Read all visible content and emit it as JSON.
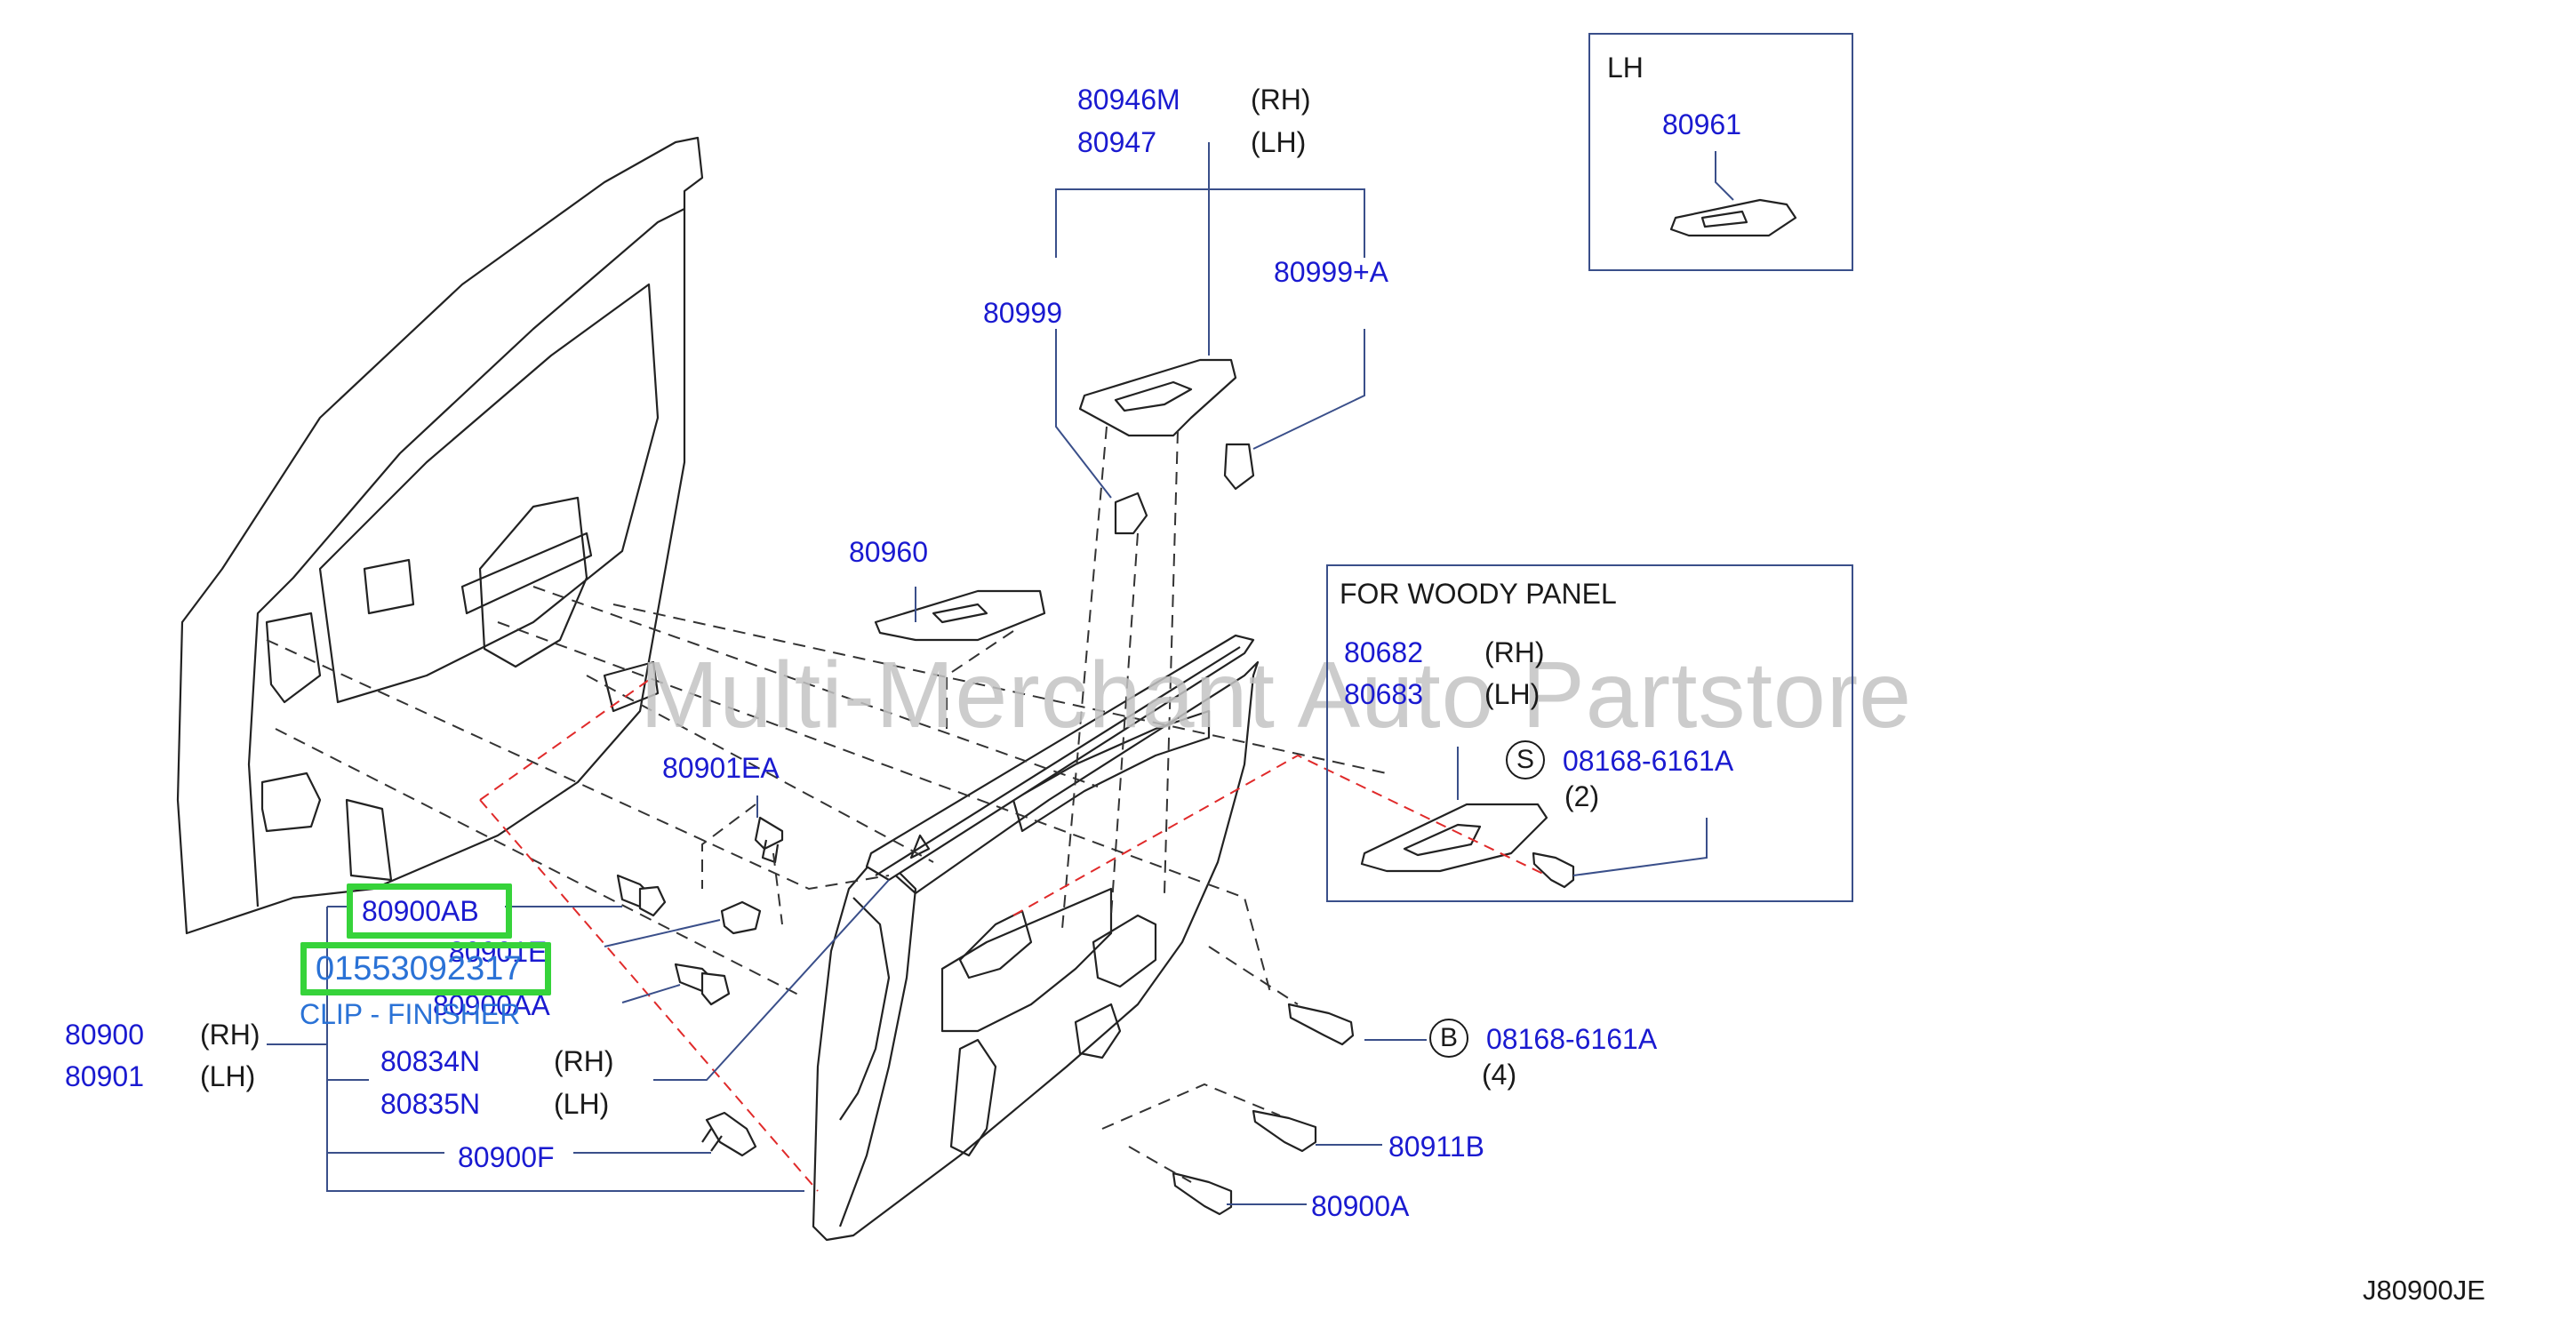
{
  "parts": {
    "p80946m": "80946M",
    "rh1": "(RH)",
    "p80947": "80947",
    "lh1": "(LH)",
    "p80999": "80999",
    "p80999a": "80999+A",
    "p80960": "80960",
    "p80901ea": "80901EA",
    "p80900ab": "80900AB",
    "p80901e": "80901E",
    "p80900aa": "80900AA",
    "p80900": "80900",
    "rh2": "(RH)",
    "p80901": "80901",
    "lh2": "(LH)",
    "p80834n": "80834N",
    "rh3": "(RH)",
    "p80835n": "80835N",
    "lh3": "(LH)",
    "p80900f": "80900F",
    "p08168b": "08168-6161A",
    "qty_b": "(4)",
    "p80911b": "80911B",
    "p80900a": "80900A"
  },
  "overlay": {
    "part_number": "01553092317",
    "description": "CLIP - FINISHER"
  },
  "inset_lh": {
    "title": "LH",
    "part": "80961"
  },
  "inset_woody": {
    "title": "FOR  WOODY  PANEL",
    "p80682": "80682",
    "rh": "(RH)",
    "p80683": "80683",
    "lh": "(LH)",
    "s_code": "S",
    "p08168": "08168-6161A",
    "qty": "(2)"
  },
  "callout_b": "B",
  "watermark": "Multi-Merchant Auto Partstore",
  "diagram_code": "J80900JE",
  "colors": {
    "part_number": "#1a1ad0",
    "highlight": "#36d33a",
    "overlay_text": "#2a72d6",
    "guide_red": "#e02a2a",
    "watermark": "#c4c4c4"
  }
}
